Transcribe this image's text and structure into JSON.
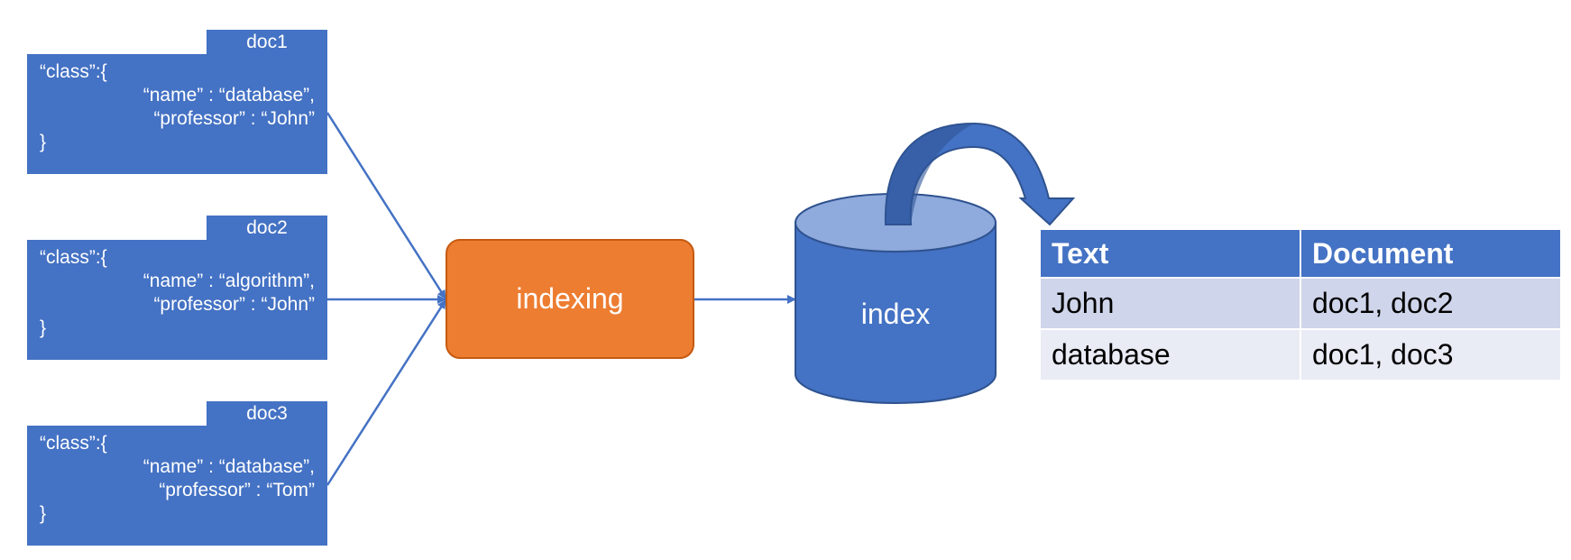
{
  "documents": [
    {
      "tab": "doc1",
      "open": "“class”:{",
      "name_line": "“name” : “database”,",
      "professor_line": "“professor” : “John”",
      "close": "}"
    },
    {
      "tab": "doc2",
      "open": "“class”:{",
      "name_line": "“name” : “algorithm”,",
      "professor_line": "“professor” : “John”",
      "close": "}"
    },
    {
      "tab": "doc3",
      "open": "“class”:{",
      "name_line": "“name” : “database”,",
      "professor_line": "“professor” : “Tom”",
      "close": "}"
    }
  ],
  "process": {
    "label": "indexing"
  },
  "database": {
    "label": "index"
  },
  "index_table": {
    "headers": [
      "Text",
      "Document"
    ],
    "rows": [
      [
        "John",
        "doc1, doc2"
      ],
      [
        "database",
        "doc1, doc3"
      ]
    ]
  },
  "colors": {
    "primary_blue": "#4472c4",
    "process_orange": "#ed7d31",
    "db_top": "#8faadc",
    "row_dark": "#cfd5ea",
    "row_light": "#e9ebf5"
  }
}
